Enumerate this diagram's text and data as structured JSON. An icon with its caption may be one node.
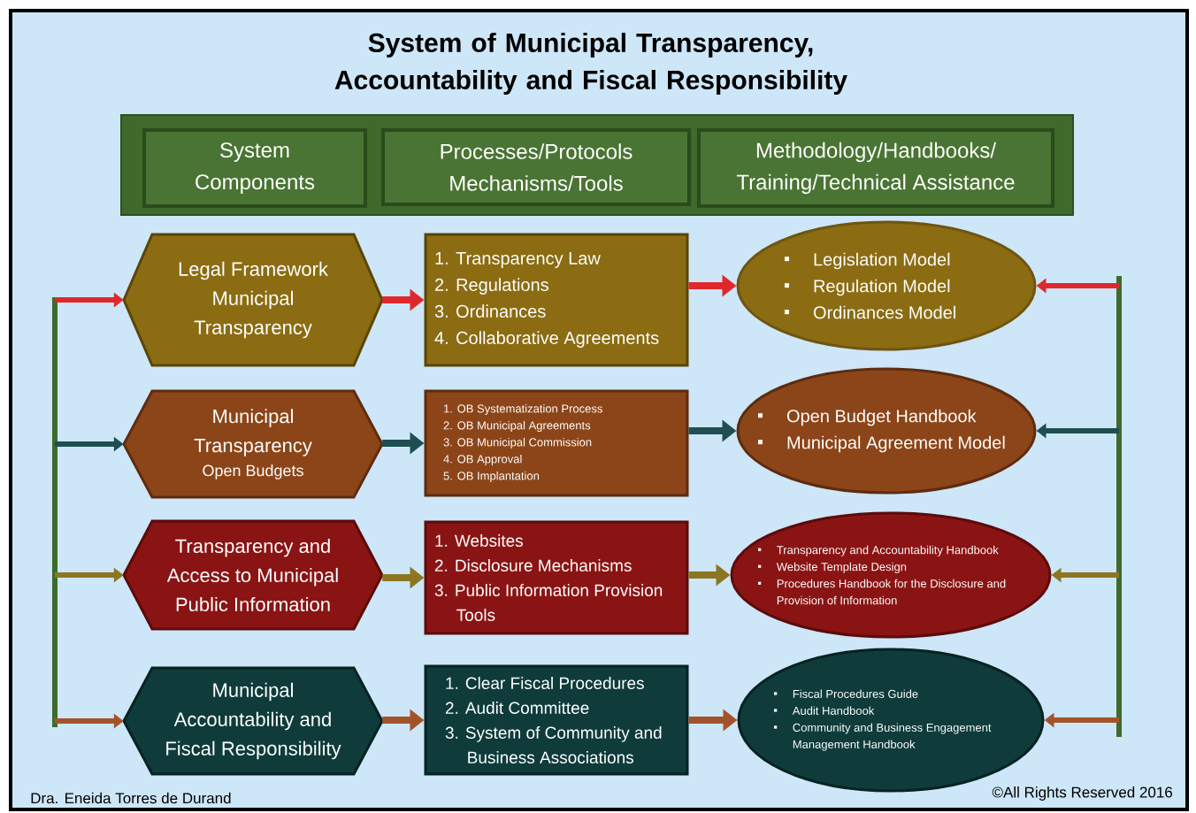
{
  "diagram": {
    "title": "System of Municipal Transparency, Accountability and Fiscal Responsibility",
    "nodes": [
      {
        "text": [
          "System Components"
        ]
      },
      {
        "text": [
          "Processes/Protocols Mechanisms/Tools"
        ]
      },
      {
        "text": [
          "Methodology/Handbooks/ Training/Technical Assistance"
        ]
      },
      {
        "text": [
          "Legal Framework Municipal Transparency"
        ]
      },
      {
        "text": [
          "1. Transparency Law",
          "2. Regulations",
          "3. Ordinances",
          "4. Collaborative Agreements"
        ]
      },
      {
        "text": [
          "Legislation Model",
          "Regulation Model",
          "Ordinances Model"
        ]
      },
      {
        "text": [
          "Municipal Transparency",
          "Open Budgets"
        ]
      },
      {
        "text": [
          "1. OB Systematization Process",
          "2. OB Municipal Agreements",
          "3. OB Municipal Commission",
          "4. OB Approval",
          "5. OB Implantation"
        ]
      },
      {
        "text": [
          "Open Budget Handbook",
          "Municipal Agreement Model"
        ]
      },
      {
        "text": [
          "Transparency and Access to Municipal Public Information"
        ]
      },
      {
        "text": [
          "1. Websites",
          "2. Disclosure Mechanisms",
          "3. Public Information Provision Tools"
        ]
      },
      {
        "text": [
          "Transparency and Accountability Handbook",
          "Website Template Design",
          "Procedures Handbook for the Disclosure and Provision of Information"
        ]
      },
      {
        "text": [
          "Municipal Accountability and Fiscal Responsibility"
        ]
      },
      {
        "text": [
          "1. Clear Fiscal Procedures",
          "2. Audit Committee",
          "3. System of Community and Business Associations"
        ]
      },
      {
        "text": [
          "Fiscal Procedures Guide",
          "Audit Handbook",
          "Community and Business Engagement Management Handbook"
        ]
      }
    ],
    "edges": [
      {
        "from": null,
        "to": 3,
        "arrow": "to",
        "color": "#e0282c"
      },
      {
        "from": 3,
        "to": 4,
        "arrow": "to",
        "color": "#e0282c"
      },
      {
        "from": 4,
        "to": 5,
        "arrow": "to",
        "color": "#e0282c"
      },
      {
        "from": null,
        "to": 5,
        "arrow": "to",
        "color": "#e0282c"
      },
      {
        "from": null,
        "to": 6,
        "arrow": "to",
        "color": "#1f4f52"
      },
      {
        "from": 6,
        "to": 7,
        "arrow": "to",
        "color": "#1f4f52"
      },
      {
        "from": 7,
        "to": 8,
        "arrow": "to",
        "color": "#1f4f52"
      },
      {
        "from": null,
        "to": 8,
        "arrow": "to",
        "color": "#1f4f52"
      },
      {
        "from": null,
        "to": 9,
        "arrow": "to",
        "color": "#8c7622"
      },
      {
        "from": 9,
        "to": 10,
        "arrow": "to",
        "color": "#8c7622"
      },
      {
        "from": 10,
        "to": 11,
        "arrow": "to",
        "color": "#8c7622"
      },
      {
        "from": null,
        "to": 11,
        "arrow": "to",
        "color": "#8c7622"
      },
      {
        "from": null,
        "to": 12,
        "arrow": "to",
        "color": "#a3532a"
      },
      {
        "from": 12,
        "to": 13,
        "arrow": "to",
        "color": "#a3532a"
      },
      {
        "from": 13,
        "to": 14,
        "arrow": "to",
        "color": "#a3532a"
      },
      {
        "from": null,
        "to": 14,
        "arrow": "to",
        "color": "#a3532a"
      }
    ],
    "labels": [
      "Dra. Eneida Torres de Durand",
      "©All Rights Reserved 2016"
    ]
  }
}
